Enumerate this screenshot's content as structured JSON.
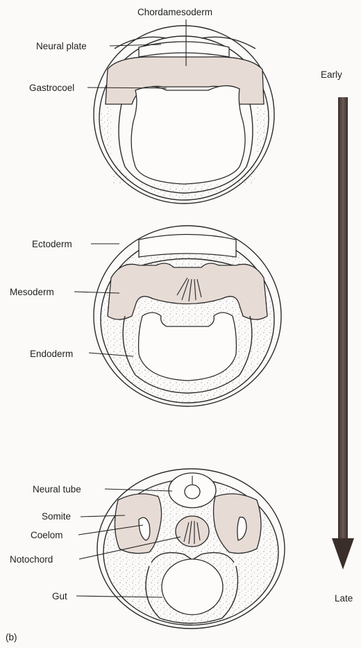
{
  "labels": {
    "chordamesoderm": "Chordamesoderm",
    "neural_plate": "Neural plate",
    "gastrocoel": "Gastrocoel",
    "ectoderm": "Ectoderm",
    "mesoderm": "Mesoderm",
    "endoderm": "Endoderm",
    "neural_tube": "Neural tube",
    "somite": "Somite",
    "coelom": "Coelom",
    "notochord": "Notochord",
    "gut": "Gut",
    "panel": "(b)"
  },
  "timeline": {
    "start": "Early",
    "end": "Late"
  }
}
